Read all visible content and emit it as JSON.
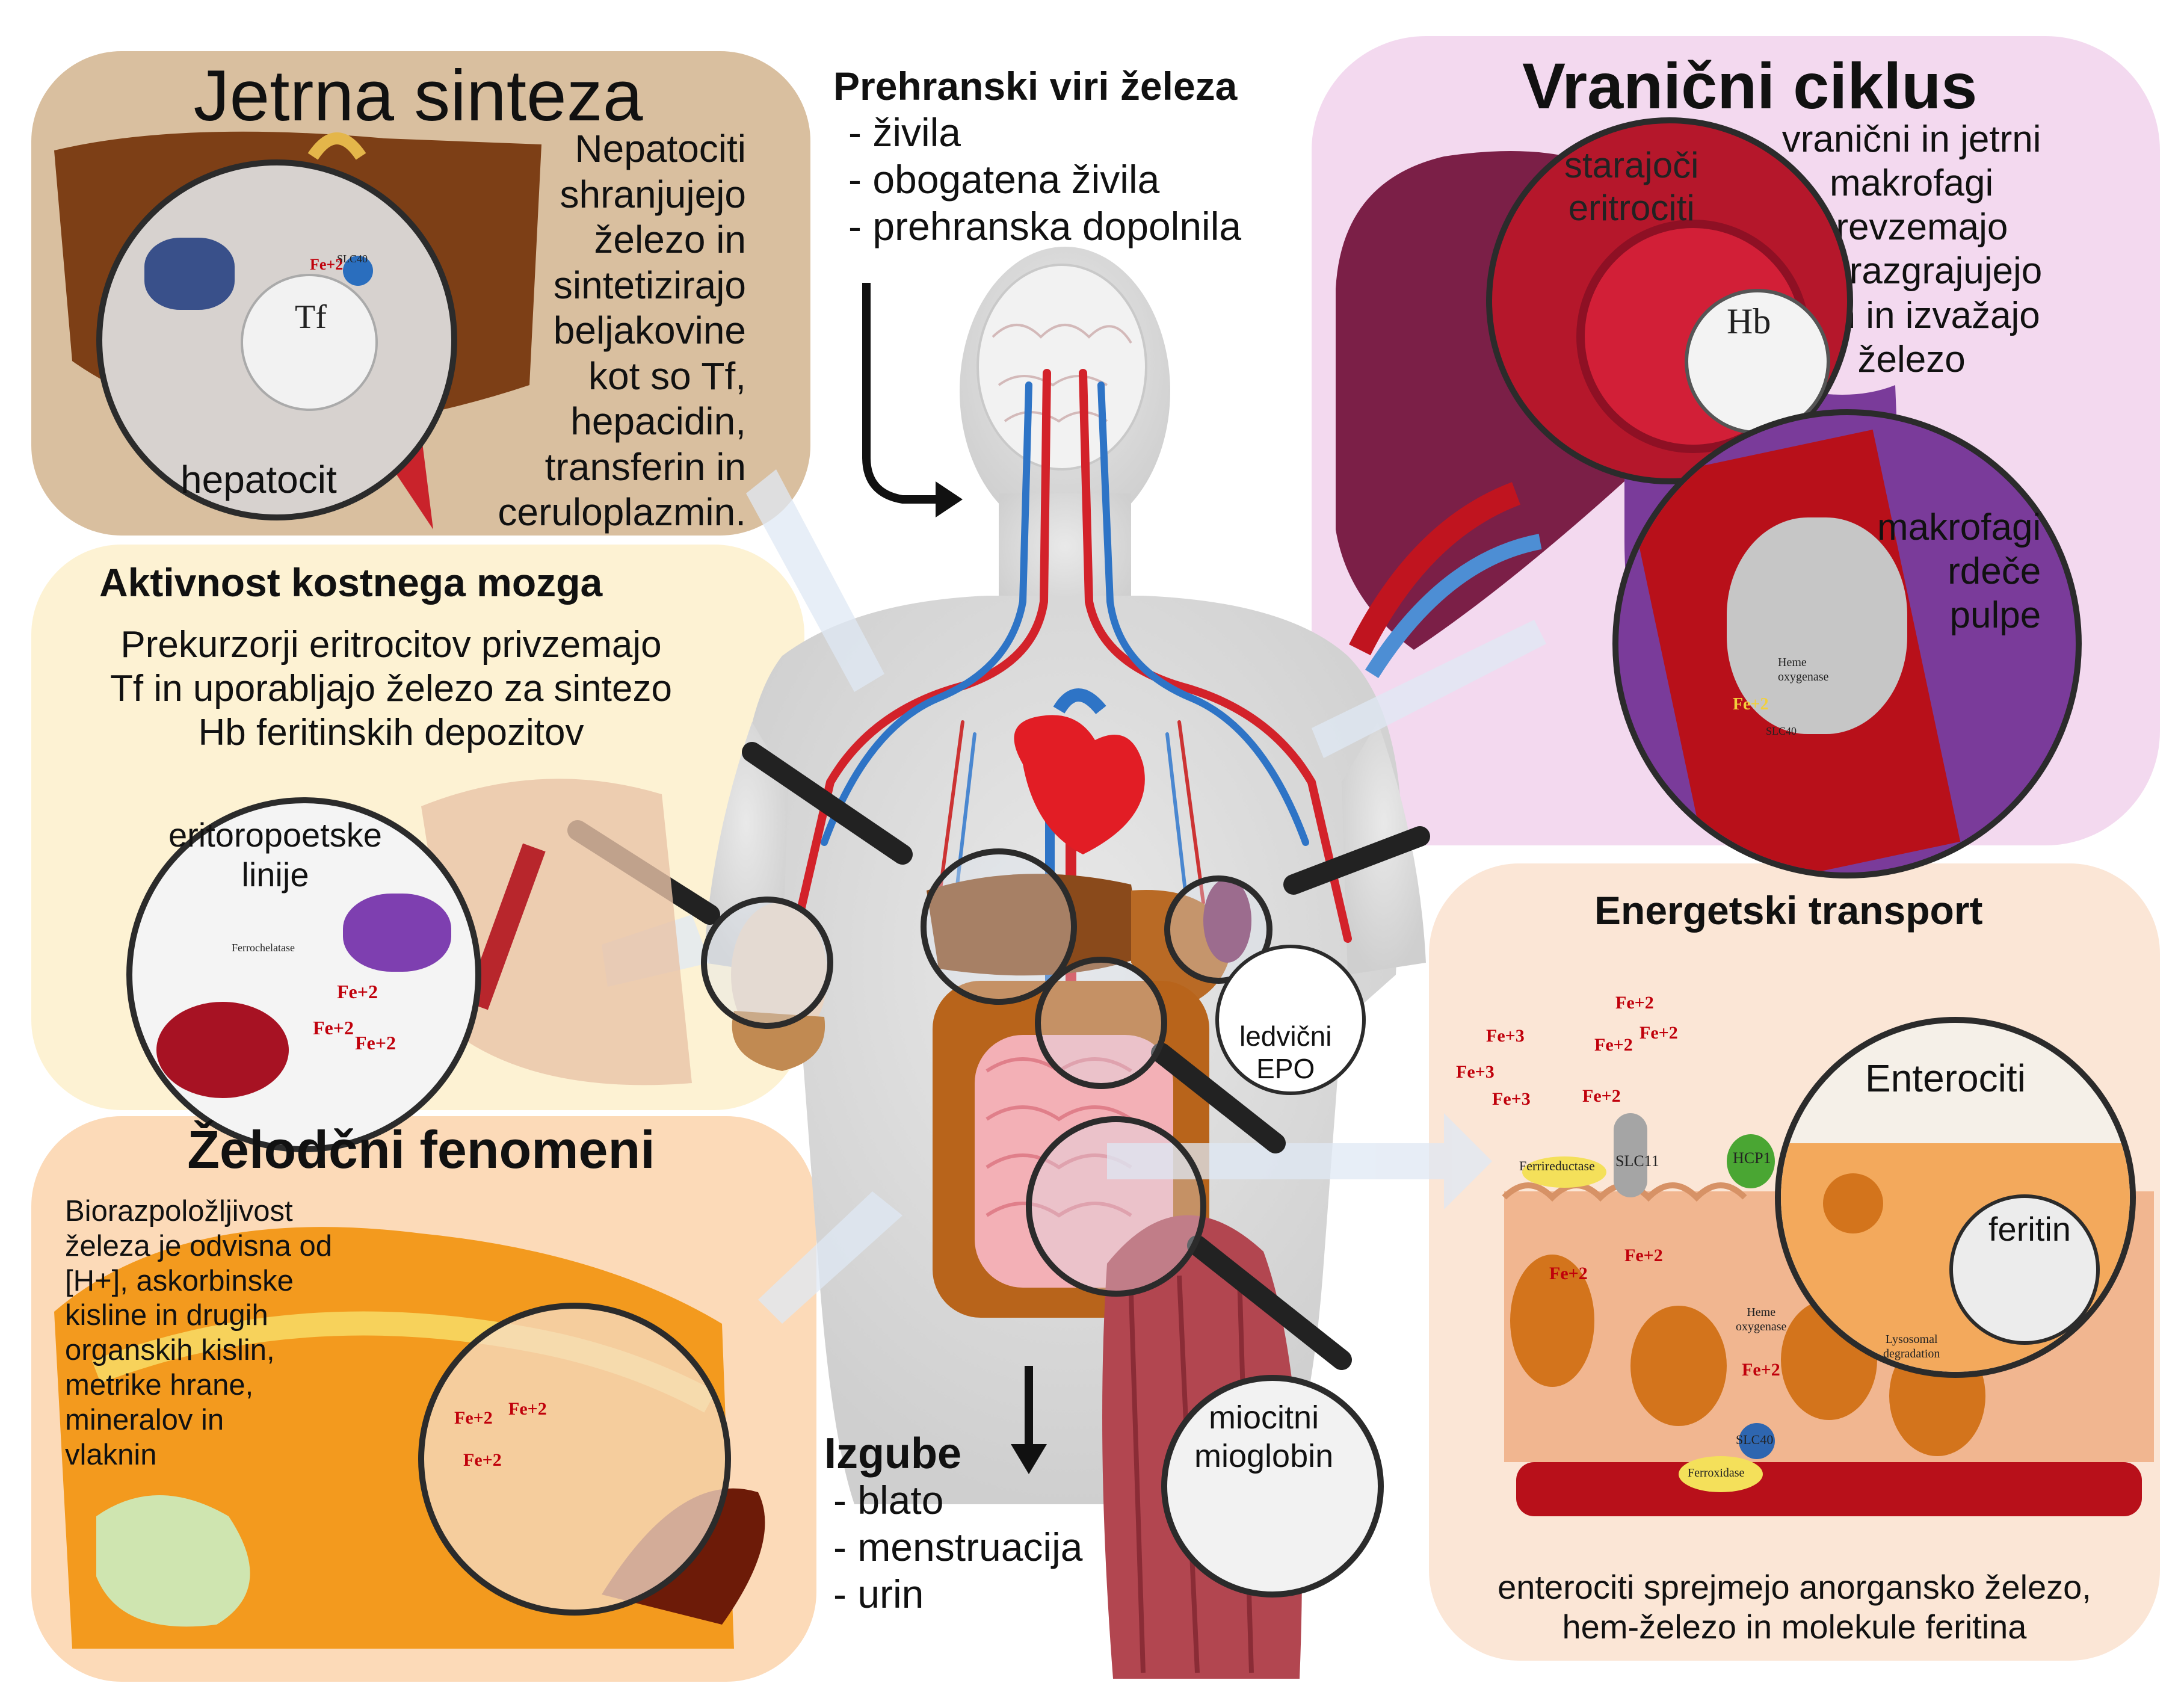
{
  "liver": {
    "title": "Jetrna sinteza",
    "body": [
      "Nepatociti",
      "shranjujejo",
      "železo in",
      "sintetizirajo",
      "beljakovine",
      "kot so Tf,",
      "hepacidin,",
      "transferin in",
      "ceruloplazmin."
    ],
    "circle_label": "hepatocit",
    "tf_label": "Tf",
    "fe_label": "Fe+2",
    "slc_label": "SLC40"
  },
  "diet": {
    "title": "Prehranski viri železa",
    "items": [
      "- živila",
      "- obogatena živila",
      "- prehranska dopolnila"
    ]
  },
  "spleen": {
    "title": "Vranični ciklus",
    "body": [
      "vranični in jetrni",
      "makrofagi",
      "prevzemajo",
      "Hb, razgrajujejo",
      "hem in izvažajo",
      "železo"
    ],
    "circle1_label": [
      "starajoči",
      "eritrociti"
    ],
    "hb_label": "Hb",
    "circle2_label": [
      "makrofagi",
      "rdeče",
      "pulpe"
    ],
    "heme_oxygenase": [
      "Heme",
      "oxygenase"
    ],
    "fe_label": "Fe+2",
    "slc_label": "SLC40"
  },
  "bone": {
    "title": "Aktivnost kostnega mozga",
    "body": [
      "Prekurzorji eritrocitov privzemajo",
      "Tf in uporabljajo železo za sintezo",
      "Hb feritinskih depozitov"
    ],
    "circle_label": [
      "eritoropoetske",
      "linije"
    ],
    "ferrochelatase": "Ferrochelatase",
    "fe_label": "Fe+2"
  },
  "kidney": {
    "label": [
      "ledvični",
      "EPO"
    ]
  },
  "stomach": {
    "title": "Želodčni fenomeni",
    "body": [
      "Biorazpoložljivost",
      "železa je odvisna od",
      "[H+], askorbinske",
      "kisline in drugih",
      "organskih kislin,",
      "metrike hrane,",
      "mineralov in",
      "vlaknin"
    ],
    "fe_label": "Fe+2"
  },
  "losses": {
    "title": "Izgube",
    "items": [
      "- blato",
      "- menstruacija",
      "- urin"
    ]
  },
  "muscle": {
    "label": [
      "miocitni",
      "mioglobin"
    ]
  },
  "transport": {
    "title": "Energetski transport",
    "enterocytes_label": "Enterociti",
    "ferritin_label": "feritin",
    "caption": [
      "enterociti sprejmejo anorgansko železo,",
      "hem-železo in molekule feritina"
    ],
    "ferrireductase": "Ferrireductase",
    "slc11": "SLC11",
    "hcp1": "HCP1",
    "heme_oxygenase": [
      "Heme",
      "oxygenase"
    ],
    "slc40": "SLC40",
    "ferroxidase": "Ferroxidase",
    "lysosomal": [
      "Lysosomal",
      "degradation"
    ],
    "fe3": "Fe+3",
    "fe2": "Fe+2"
  },
  "colors": {
    "liver_bg": "#d9bf9f",
    "spleen_bg": "#f3d9ef",
    "bone_bg": "#fdf2d3",
    "stomach_bg": "#fcdab8",
    "transport_bg": "#fbe6d6",
    "iron_red": "#c0000b"
  }
}
